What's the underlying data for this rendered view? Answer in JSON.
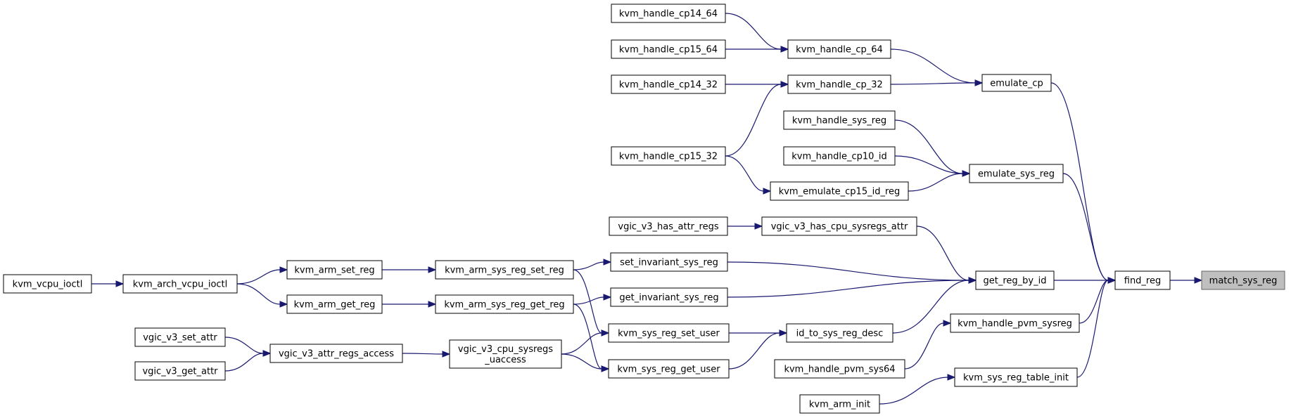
{
  "diagram": {
    "nodes": {
      "match_sys_reg": {
        "label": "match_sys_reg"
      },
      "find_reg": {
        "label": "find_reg"
      },
      "emulate_cp": {
        "label": "emulate_cp"
      },
      "emulate_sys_reg": {
        "label": "emulate_sys_reg"
      },
      "get_reg_by_id": {
        "label": "get_reg_by_id"
      },
      "kvm_handle_pvm_sysreg": {
        "label": "kvm_handle_pvm_sysreg"
      },
      "kvm_sys_reg_table_init": {
        "label": "kvm_sys_reg_table_init"
      },
      "kvm_handle_cp14_64": {
        "label": "kvm_handle_cp14_64"
      },
      "kvm_handle_cp15_64": {
        "label": "kvm_handle_cp15_64"
      },
      "kvm_handle_cp_64": {
        "label": "kvm_handle_cp_64"
      },
      "kvm_handle_cp14_32": {
        "label": "kvm_handle_cp14_32"
      },
      "kvm_handle_cp_32": {
        "label": "kvm_handle_cp_32"
      },
      "kvm_handle_sys_reg": {
        "label": "kvm_handle_sys_reg"
      },
      "kvm_handle_cp15_32": {
        "label": "kvm_handle_cp15_32"
      },
      "kvm_handle_cp10_id": {
        "label": "kvm_handle_cp10_id"
      },
      "kvm_emulate_cp15_id_reg": {
        "label": "kvm_emulate_cp15_id_reg"
      },
      "vgic_v3_has_attr_regs": {
        "label": "vgic_v3_has_attr_regs"
      },
      "vgic_v3_has_cpu_sysregs_attr": {
        "label": "vgic_v3_has_cpu_sysregs_attr"
      },
      "set_invariant_sys_reg": {
        "label": "set_invariant_sys_reg"
      },
      "get_invariant_sys_reg": {
        "label": "get_invariant_sys_reg"
      },
      "id_to_sys_reg_desc": {
        "label": "id_to_sys_reg_desc"
      },
      "kvm_handle_pvm_sys64": {
        "label": "kvm_handle_pvm_sys64"
      },
      "kvm_arm_init": {
        "label": "kvm_arm_init"
      },
      "kvm_vcpu_ioctl": {
        "label": "kvm_vcpu_ioctl"
      },
      "kvm_arch_vcpu_ioctl": {
        "label": "kvm_arch_vcpu_ioctl"
      },
      "kvm_arm_set_reg": {
        "label": "kvm_arm_set_reg"
      },
      "kvm_arm_get_reg": {
        "label": "kvm_arm_get_reg"
      },
      "kvm_arm_sys_reg_set_reg": {
        "label": "kvm_arm_sys_reg_set_reg"
      },
      "kvm_arm_sys_reg_get_reg": {
        "label": "kvm_arm_sys_reg_get_reg"
      },
      "vgic_v3_set_attr": {
        "label": "vgic_v3_set_attr"
      },
      "vgic_v3_get_attr": {
        "label": "vgic_v3_get_attr"
      },
      "vgic_v3_attr_regs_access": {
        "label": "vgic_v3_attr_regs_access"
      },
      "vgic_v3_cpu_sysregs_uaccess": {
        "label": "vgic_v3_cpu_sysregs\n_uaccess"
      },
      "kvm_sys_reg_set_user": {
        "label": "kvm_sys_reg_set_user"
      },
      "kvm_sys_reg_get_user": {
        "label": "kvm_sys_reg_get_user"
      }
    },
    "root": "match_sys_reg",
    "edges": [
      [
        "find_reg",
        "match_sys_reg"
      ],
      [
        "emulate_cp",
        "find_reg"
      ],
      [
        "emulate_sys_reg",
        "find_reg"
      ],
      [
        "get_reg_by_id",
        "find_reg"
      ],
      [
        "kvm_handle_pvm_sysreg",
        "find_reg"
      ],
      [
        "kvm_sys_reg_table_init",
        "find_reg"
      ],
      [
        "kvm_handle_cp_64",
        "emulate_cp"
      ],
      [
        "kvm_handle_cp_32",
        "emulate_cp"
      ],
      [
        "kvm_handle_cp14_64",
        "kvm_handle_cp_64"
      ],
      [
        "kvm_handle_cp15_64",
        "kvm_handle_cp_64"
      ],
      [
        "kvm_handle_cp14_32",
        "kvm_handle_cp_32"
      ],
      [
        "kvm_handle_cp15_32",
        "kvm_handle_cp_32"
      ],
      [
        "kvm_handle_sys_reg",
        "emulate_sys_reg"
      ],
      [
        "kvm_handle_cp10_id",
        "emulate_sys_reg"
      ],
      [
        "kvm_emulate_cp15_id_reg",
        "emulate_sys_reg"
      ],
      [
        "kvm_handle_cp15_32",
        "kvm_emulate_cp15_id_reg"
      ],
      [
        "vgic_v3_has_cpu_sysregs_attr",
        "get_reg_by_id"
      ],
      [
        "set_invariant_sys_reg",
        "get_reg_by_id"
      ],
      [
        "get_invariant_sys_reg",
        "get_reg_by_id"
      ],
      [
        "id_to_sys_reg_desc",
        "get_reg_by_id"
      ],
      [
        "vgic_v3_has_attr_regs",
        "vgic_v3_has_cpu_sysregs_attr"
      ],
      [
        "kvm_arm_sys_reg_set_reg",
        "set_invariant_sys_reg"
      ],
      [
        "kvm_arm_sys_reg_get_reg",
        "get_invariant_sys_reg"
      ],
      [
        "kvm_sys_reg_set_user",
        "id_to_sys_reg_desc"
      ],
      [
        "kvm_sys_reg_get_user",
        "id_to_sys_reg_desc"
      ],
      [
        "kvm_handle_pvm_sys64",
        "kvm_handle_pvm_sysreg"
      ],
      [
        "kvm_arm_init",
        "kvm_sys_reg_table_init"
      ],
      [
        "kvm_vcpu_ioctl",
        "kvm_arch_vcpu_ioctl"
      ],
      [
        "kvm_arch_vcpu_ioctl",
        "kvm_arm_set_reg"
      ],
      [
        "kvm_arch_vcpu_ioctl",
        "kvm_arm_get_reg"
      ],
      [
        "kvm_arm_set_reg",
        "kvm_arm_sys_reg_set_reg"
      ],
      [
        "kvm_arm_get_reg",
        "kvm_arm_sys_reg_get_reg"
      ],
      [
        "kvm_arm_sys_reg_set_reg",
        "kvm_sys_reg_set_user"
      ],
      [
        "kvm_arm_sys_reg_get_reg",
        "kvm_sys_reg_get_user"
      ],
      [
        "vgic_v3_set_attr",
        "vgic_v3_attr_regs_access"
      ],
      [
        "vgic_v3_get_attr",
        "vgic_v3_attr_regs_access"
      ],
      [
        "vgic_v3_attr_regs_access",
        "vgic_v3_cpu_sysregs_uaccess"
      ],
      [
        "vgic_v3_cpu_sysregs_uaccess",
        "kvm_sys_reg_set_user"
      ],
      [
        "vgic_v3_cpu_sysregs_uaccess",
        "kvm_sys_reg_get_user"
      ]
    ],
    "colors": {
      "edge": "#191970",
      "node_border": "#000000",
      "node_fill": "#ffffff",
      "root_fill": "#bfbfbf",
      "root_border": "#666666"
    }
  }
}
